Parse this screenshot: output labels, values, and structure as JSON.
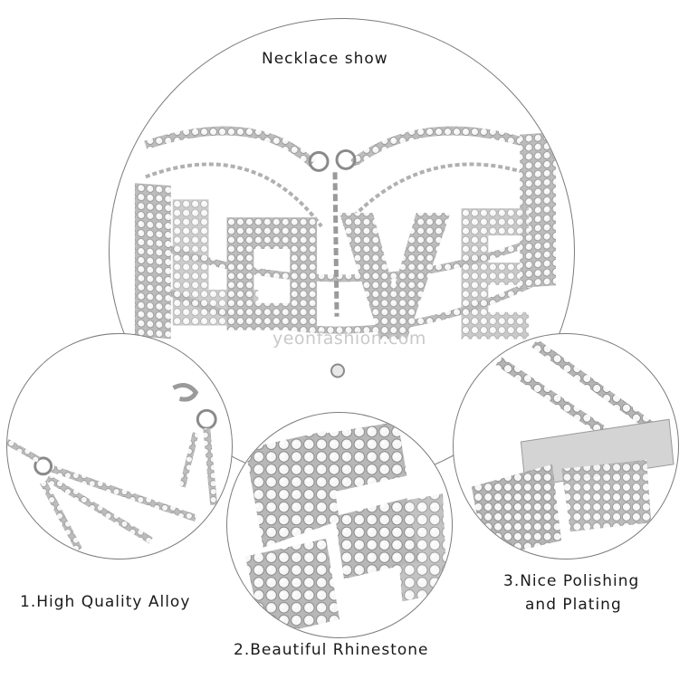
{
  "captions": {
    "main": "Necklace show",
    "detail1": "1.High Quality Alloy",
    "detail2": "2.Beautiful Rhinestone",
    "detail3_line1": "3.Nice Polishing",
    "detail3_line2": "and Plating"
  },
  "watermark": "yeonfashion.com",
  "product": {
    "letters": [
      "L",
      "O",
      "V",
      "E"
    ],
    "material": "silver rhinestone"
  },
  "colors": {
    "ring_border": "#7c7c7c",
    "metal": "#a9a9a9",
    "stone": "#f2f2f2",
    "background": "#ffffff"
  }
}
